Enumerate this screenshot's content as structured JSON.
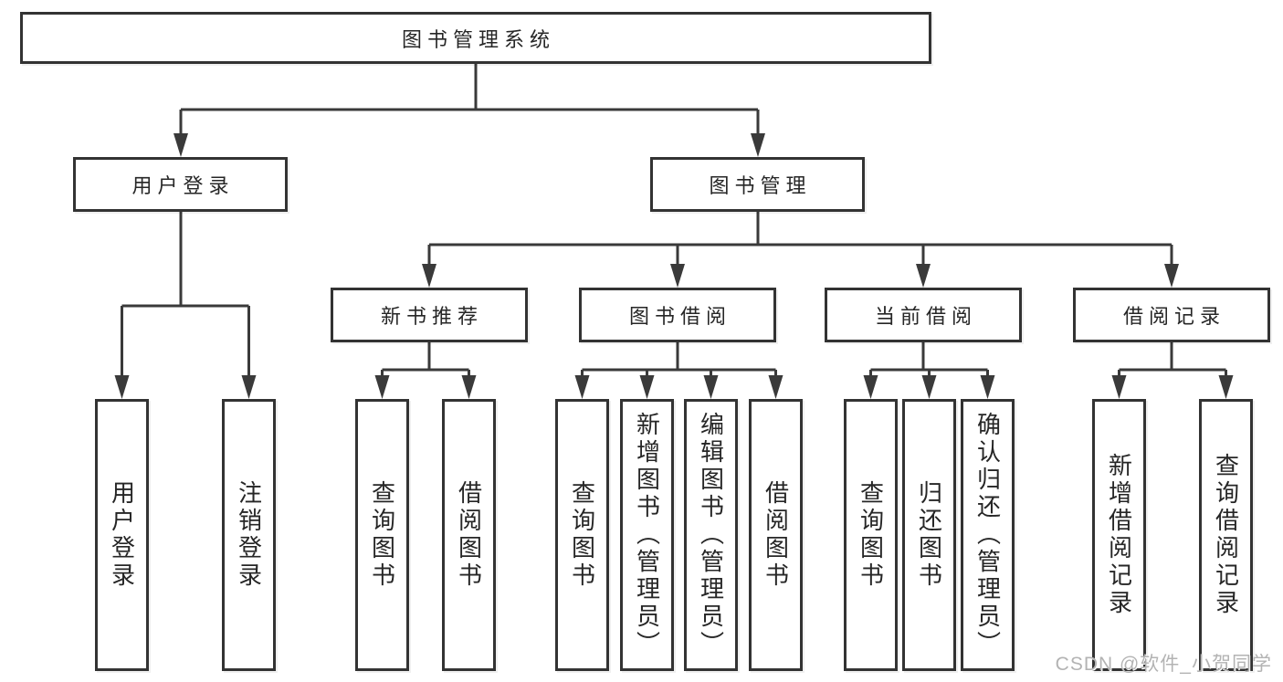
{
  "tree": {
    "label": "图书管理系统",
    "children": [
      {
        "label": "用户登录",
        "children": [
          {
            "label": "用户登录"
          },
          {
            "label": "注销登录"
          }
        ]
      },
      {
        "label": "图书管理",
        "children": [
          {
            "label": "新书推荐",
            "children": [
              {
                "label": "查询图书"
              },
              {
                "label": "借阅图书"
              }
            ]
          },
          {
            "label": "图书借阅",
            "children": [
              {
                "label": "查询图书"
              },
              {
                "label": "新增图书（管理员）"
              },
              {
                "label": "编辑图书（管理员）"
              },
              {
                "label": "借阅图书"
              }
            ]
          },
          {
            "label": "当前借阅",
            "children": [
              {
                "label": "查询图书"
              },
              {
                "label": "归还图书"
              },
              {
                "label": "确认归还（管理员）"
              }
            ]
          },
          {
            "label": "借阅记录",
            "children": [
              {
                "label": "新增借阅记录"
              },
              {
                "label": "查询借阅记录"
              }
            ]
          }
        ]
      }
    ]
  },
  "watermark": {
    "text": "CSDN @软件_小贺同学",
    "color": "#b3b3b3"
  },
  "colors": {
    "background": "#ffffff",
    "line": "#3a3a3a",
    "box_border": "#333333",
    "box_fill": "#ffffff",
    "text": "#262626"
  }
}
